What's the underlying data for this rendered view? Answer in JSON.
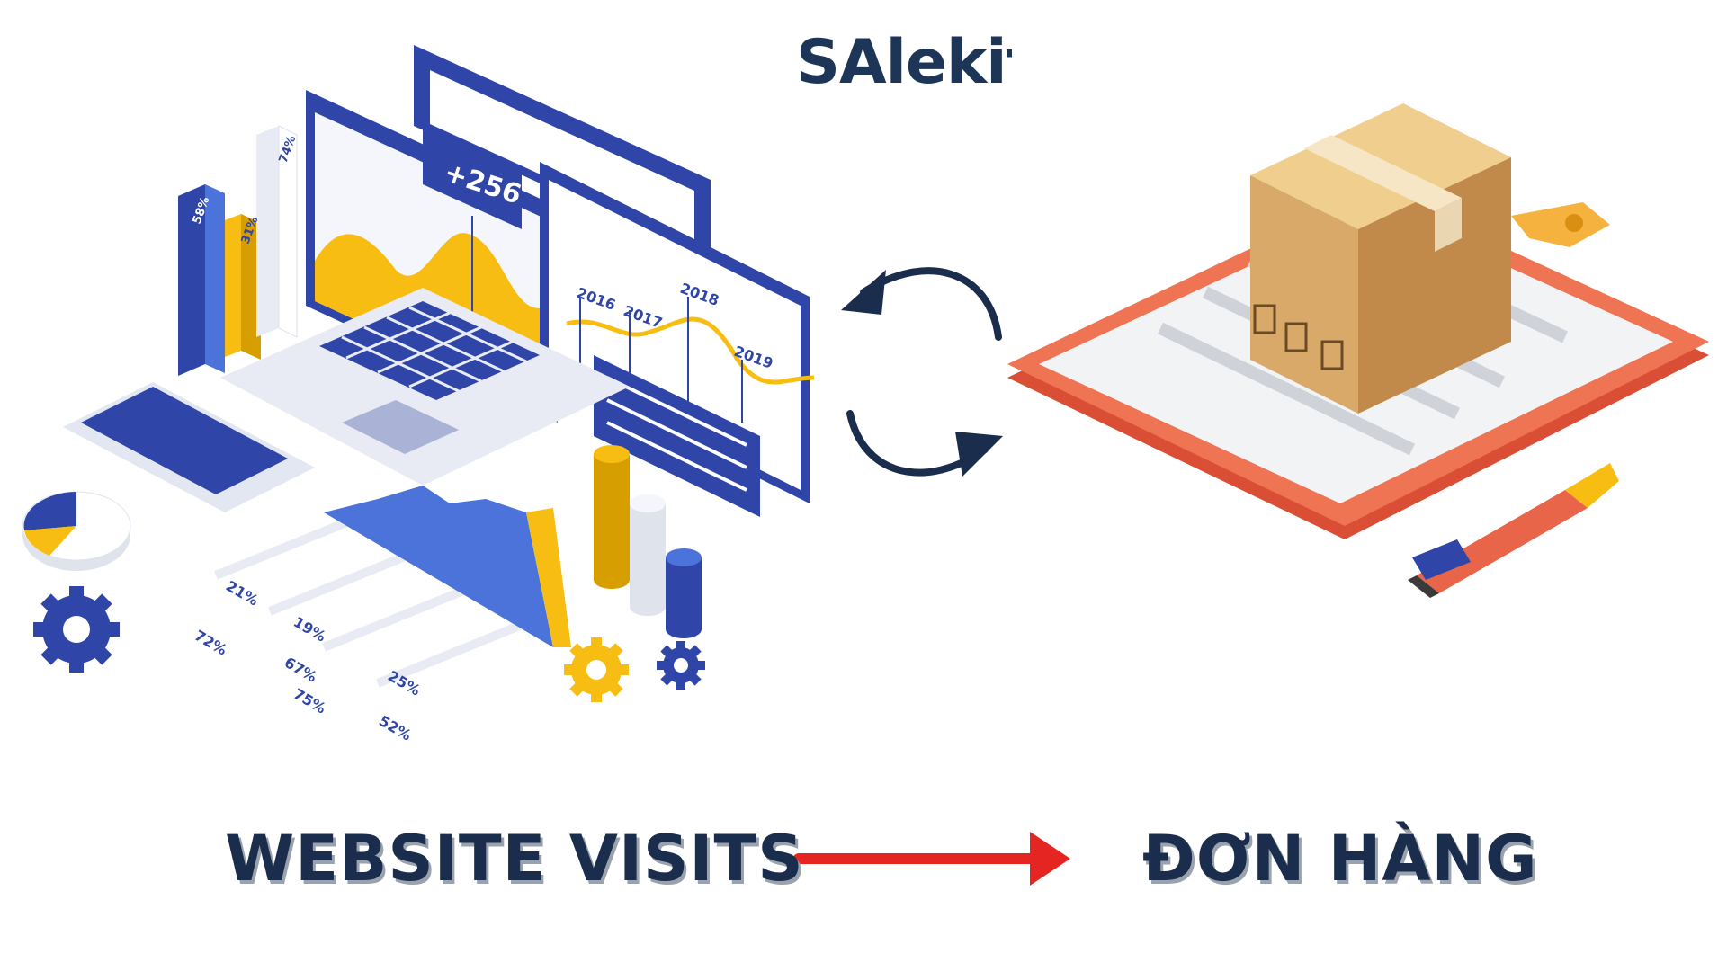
{
  "logo": {
    "text": "SAlekit",
    "brand_color": "#1d3658",
    "accent_color": "#2b6fd6"
  },
  "captions": {
    "left": "WEBSITE VISITS",
    "right": "ĐƠN HÀNG"
  },
  "illustration": {
    "counter": "+256",
    "years": [
      "2016",
      "2017",
      "2018",
      "2019"
    ],
    "bar_labels": [
      "58%",
      "31%",
      "74%"
    ],
    "percent_labels": [
      "21%",
      "72%",
      "19%",
      "67%",
      "75%",
      "25%",
      "52%"
    ]
  },
  "colors": {
    "caption": "#1b2d4c",
    "arrow_red": "#e52521",
    "cycle_arrows": "#1b2d4c",
    "blue": "#2f45a8",
    "yellow": "#f7bd12",
    "clipboard": "#e8654a",
    "box": "#d9a96a"
  }
}
